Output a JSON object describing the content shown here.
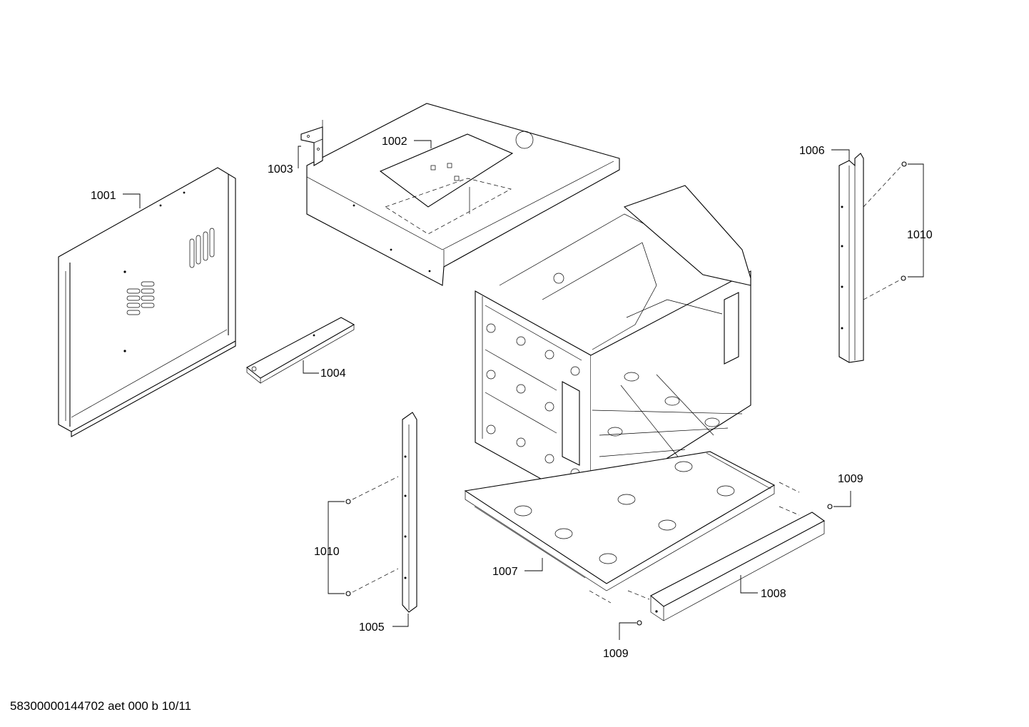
{
  "document": {
    "footer_code": "58300000144702 aet 000 b 10/11"
  },
  "callouts": {
    "p1001": "1001",
    "p1002": "1002",
    "p1003": "1003",
    "p1004": "1004",
    "p1005": "1005",
    "p1006": "1006",
    "p1007": "1007",
    "p1008": "1008",
    "p1009_top": "1009",
    "p1009_bottom": "1009",
    "p1010_right": "1010",
    "p1010_left": "1010"
  }
}
